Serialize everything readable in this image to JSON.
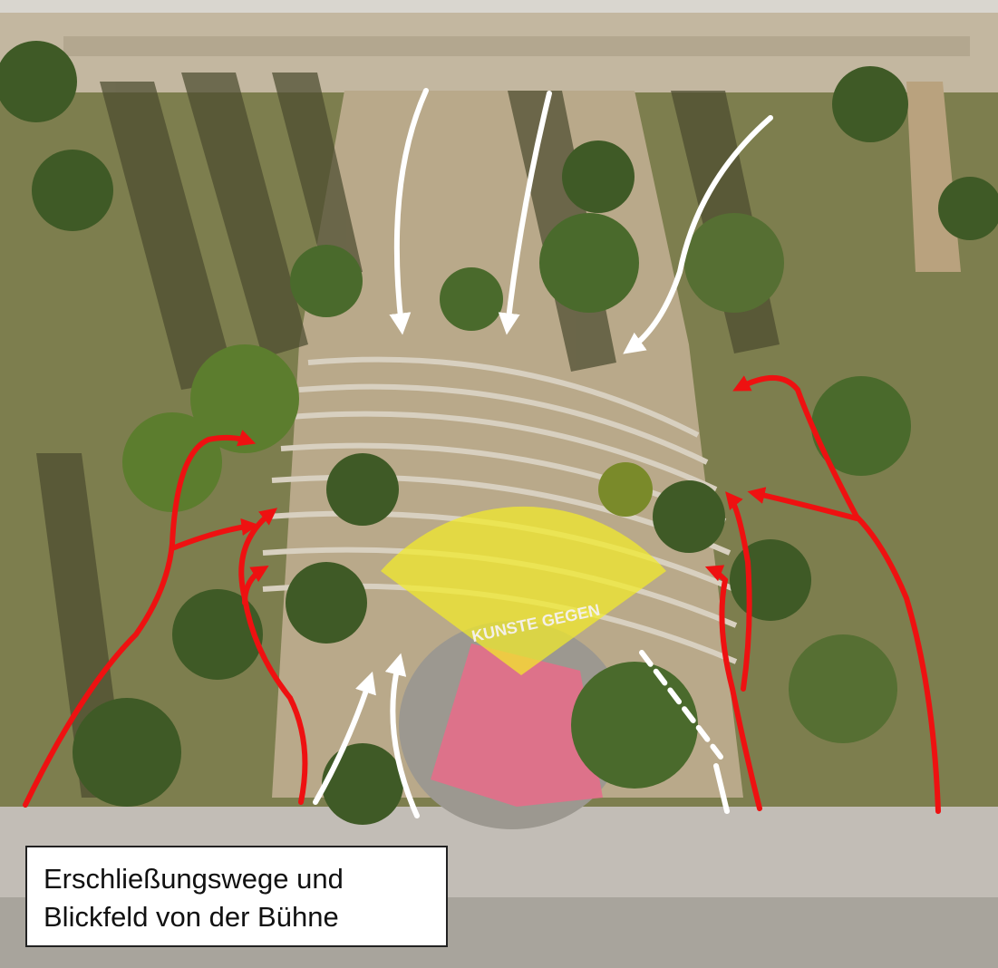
{
  "caption": {
    "line1": "Erschließungswege und",
    "line2": "Blickfeld von der Bühne"
  },
  "stage_banner_text": "KUNSTE GEGEN",
  "colors": {
    "access_path_red": "#ee1111",
    "access_path_white": "#ffffff",
    "view_field_yellow": "#f2ec2a",
    "stage_pink": "#e0708a",
    "grass": "#7d7e4e",
    "sand": "#b9a98a",
    "tree": "#3f5a26",
    "road": "#c2bdb6"
  },
  "icons": {
    "view_field": "fan-wedge",
    "path_arrow": "arrowhead"
  }
}
